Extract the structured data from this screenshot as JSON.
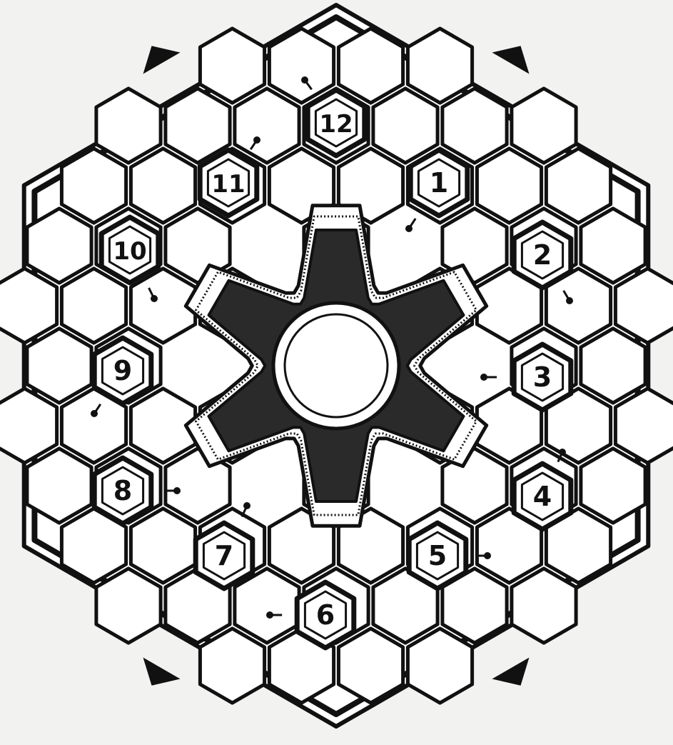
{
  "diagram": {
    "description_free": true,
    "numbered_cells": [
      {
        "label": "12"
      },
      {
        "label": "1"
      },
      {
        "label": "2"
      },
      {
        "label": "3"
      },
      {
        "label": "4"
      },
      {
        "label": "5"
      },
      {
        "label": "6"
      },
      {
        "label": "7"
      },
      {
        "label": "8"
      },
      {
        "label": "9"
      },
      {
        "label": "10"
      },
      {
        "label": "11"
      }
    ],
    "colors": {
      "ink": "#111111",
      "paper": "#ffffff",
      "background": "#f2f2f0"
    }
  }
}
